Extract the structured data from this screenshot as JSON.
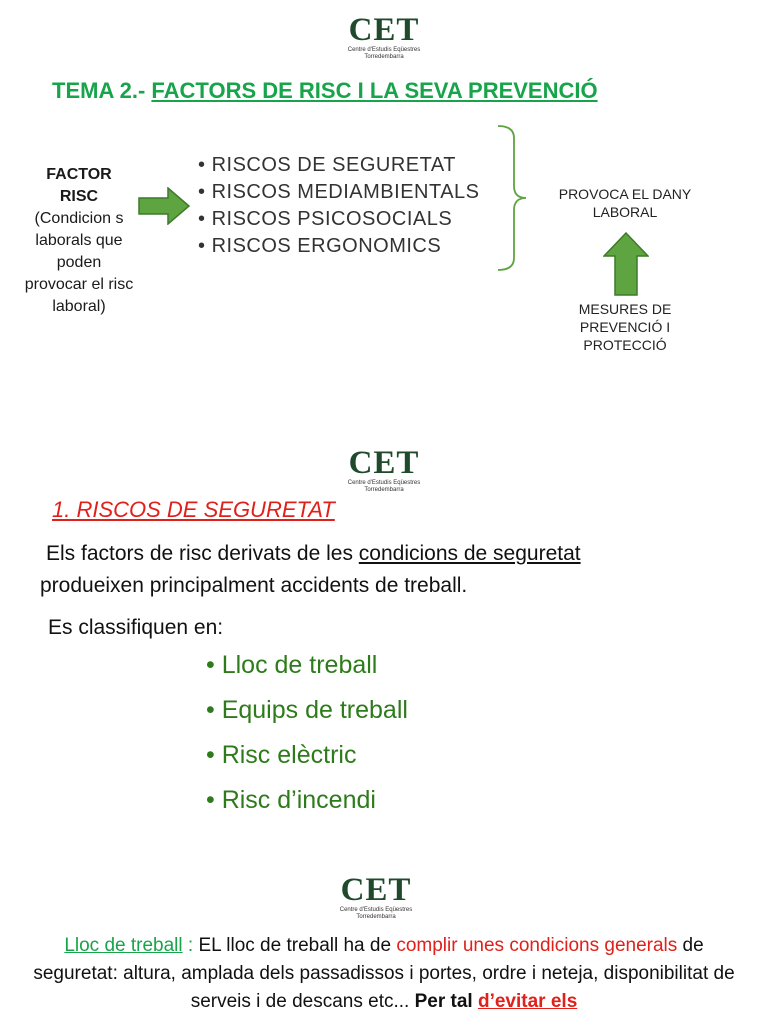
{
  "logo": {
    "wordmark": "CET",
    "line1": "Centre d'Estudis Eqüestres",
    "line2": "Torredembarra"
  },
  "slide1": {
    "title_prefix": "TEMA 2.- ",
    "title_main": "FACTORS DE RISC I LA SEVA PREVENCIÓ",
    "factor_bold1": "FACTOR",
    "factor_bold2": "RISC",
    "factor_desc": "(Condicion s laborals que poden provocar el risc laboral)",
    "risks": [
      "RISCOS DE SEGURETAT",
      "RISCOS MEDIAMBIENTALS",
      "RISCOS PSICOSOCIALS",
      "RISCOS ERGONOMICS"
    ],
    "outcome": "PROVOCA EL DANY LABORAL",
    "measures": "MESURES DE PREVENCIÓ I PROTECCIÓ"
  },
  "slide2": {
    "title": "1. RISCOS DE SEGURETAT",
    "text_a": "Els factors de risc derivats de les ",
    "text_b": "condicions de seguretat",
    "text_c": "produeixen principalment accidents de treball.",
    "text_d": "Es classifiquen en:",
    "items": [
      "Lloc de treball",
      "Equips de treball",
      "Risc elèctric",
      "Risc d’incendi"
    ]
  },
  "slide3": {
    "p1": "Lloc de treball",
    "p2": " : ",
    "p3": "EL lloc de treball ha de ",
    "p4": "complir unes condicions generals",
    "p5": " de seguretat: altura, amplada dels passadissos i portes, ordre i neteja, disponibilitat de serveis i de descans etc... ",
    "p6": "Per tal ",
    "p7": "d’evitar els"
  },
  "colors": {
    "title_green": "#17a44a",
    "arrow_green": "#5ea441",
    "list_green": "#2e7b1c",
    "red": "#e0201a",
    "logo_green": "#1f4a2c"
  }
}
